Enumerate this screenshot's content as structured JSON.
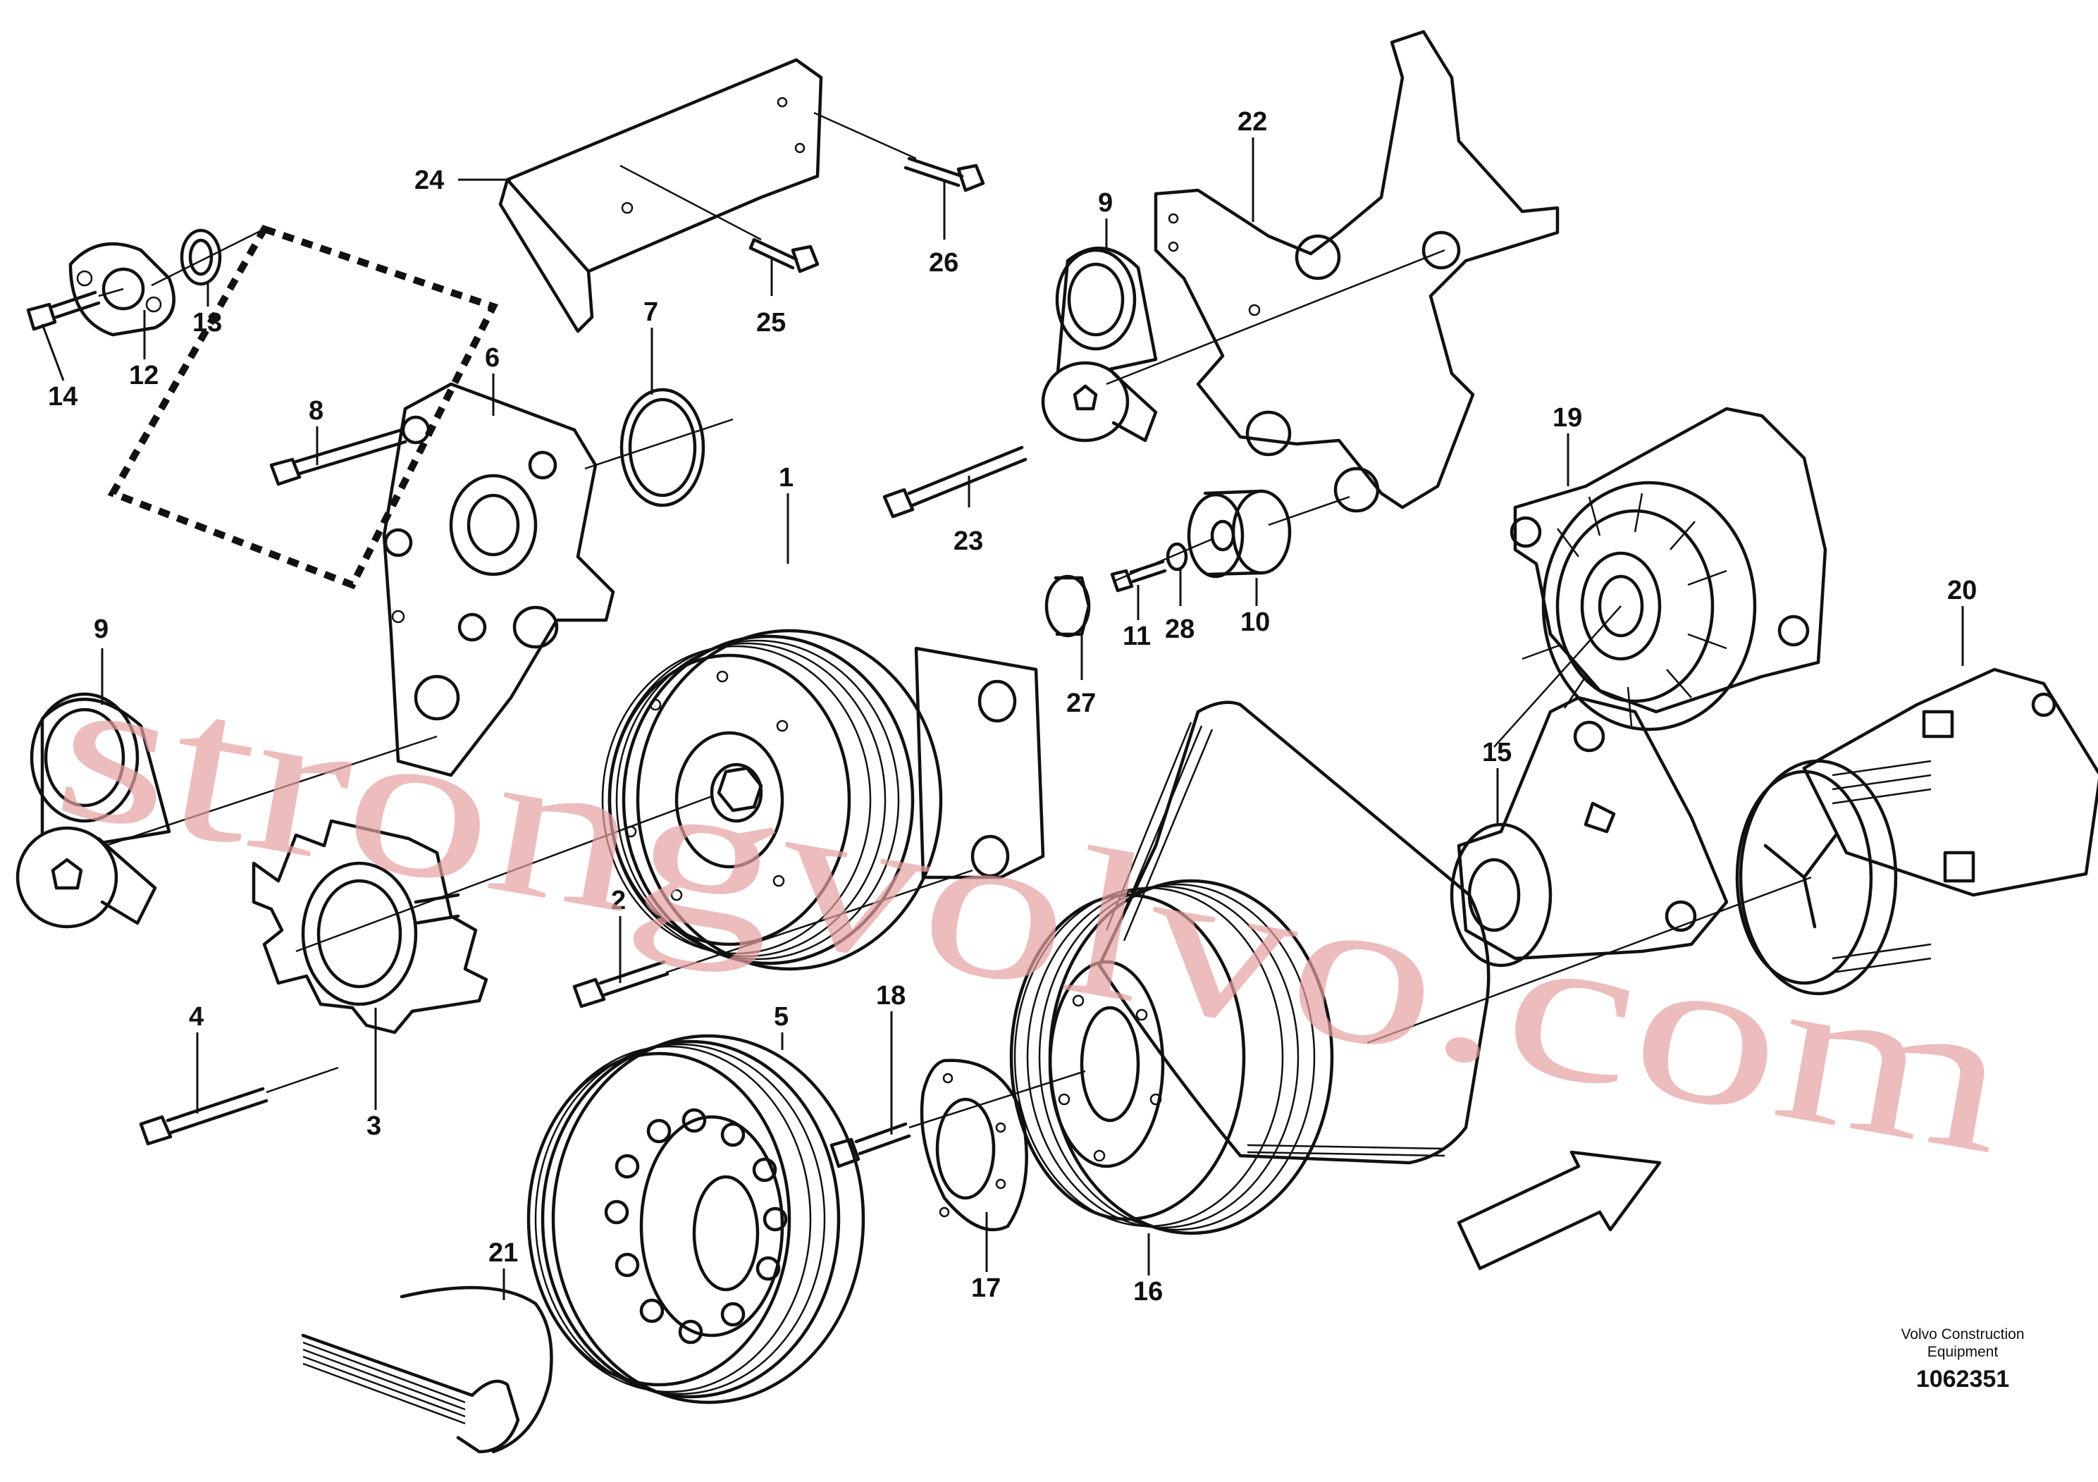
{
  "callouts": [
    "1",
    "2",
    "3",
    "4",
    "5",
    "6",
    "7",
    "8",
    "9",
    "9",
    "10",
    "11",
    "12",
    "13",
    "14",
    "15",
    "16",
    "17",
    "18",
    "19",
    "20",
    "21",
    "22",
    "23",
    "24",
    "25",
    "26",
    "27",
    "28"
  ],
  "watermark": "strongvolvo.com",
  "footer": {
    "company_line1": "Volvo Construction",
    "company_line2": "Equipment",
    "drawing_number": "1062351"
  }
}
